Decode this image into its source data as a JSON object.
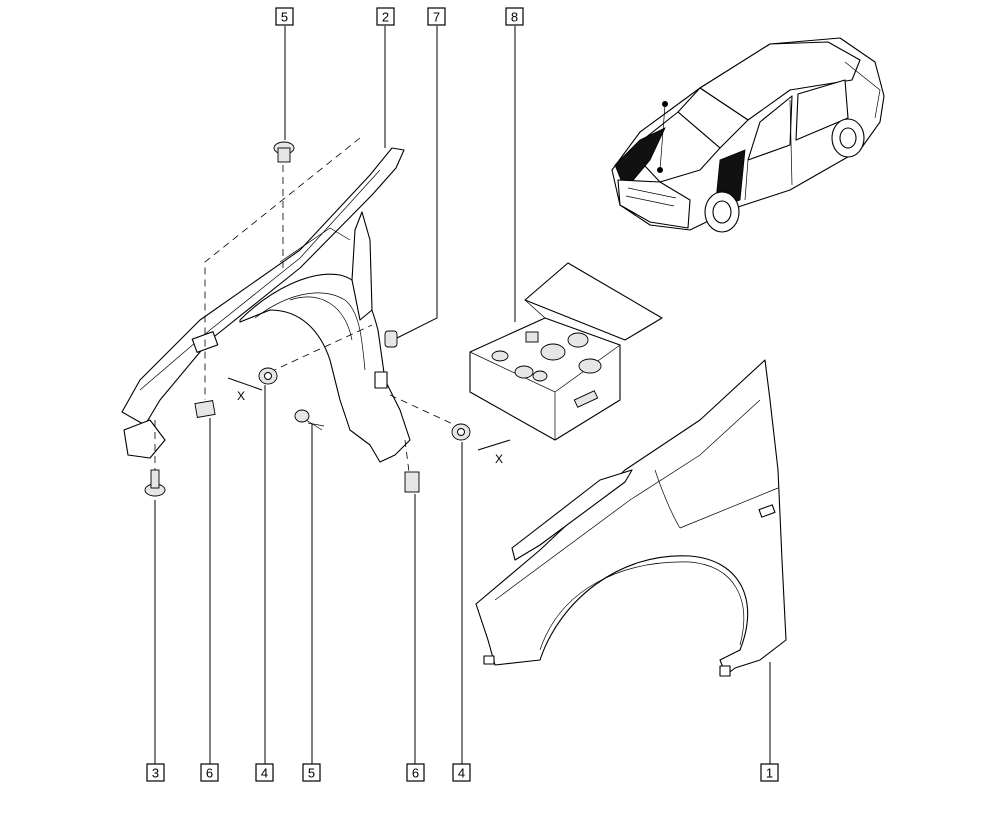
{
  "callouts": [
    {
      "id": "c-top-5",
      "label": "5"
    },
    {
      "id": "c-top-2",
      "label": "2"
    },
    {
      "id": "c-top-7",
      "label": "7"
    },
    {
      "id": "c-top-8",
      "label": "8"
    },
    {
      "id": "c-bot-3",
      "label": "3"
    },
    {
      "id": "c-bot-6a",
      "label": "6"
    },
    {
      "id": "c-bot-4a",
      "label": "4"
    },
    {
      "id": "c-bot-5",
      "label": "5"
    },
    {
      "id": "c-bot-6b",
      "label": "6"
    },
    {
      "id": "c-bot-4b",
      "label": "4"
    },
    {
      "id": "c-bot-1",
      "label": "1"
    }
  ],
  "axis_marks": {
    "left": "X",
    "right": "X"
  }
}
